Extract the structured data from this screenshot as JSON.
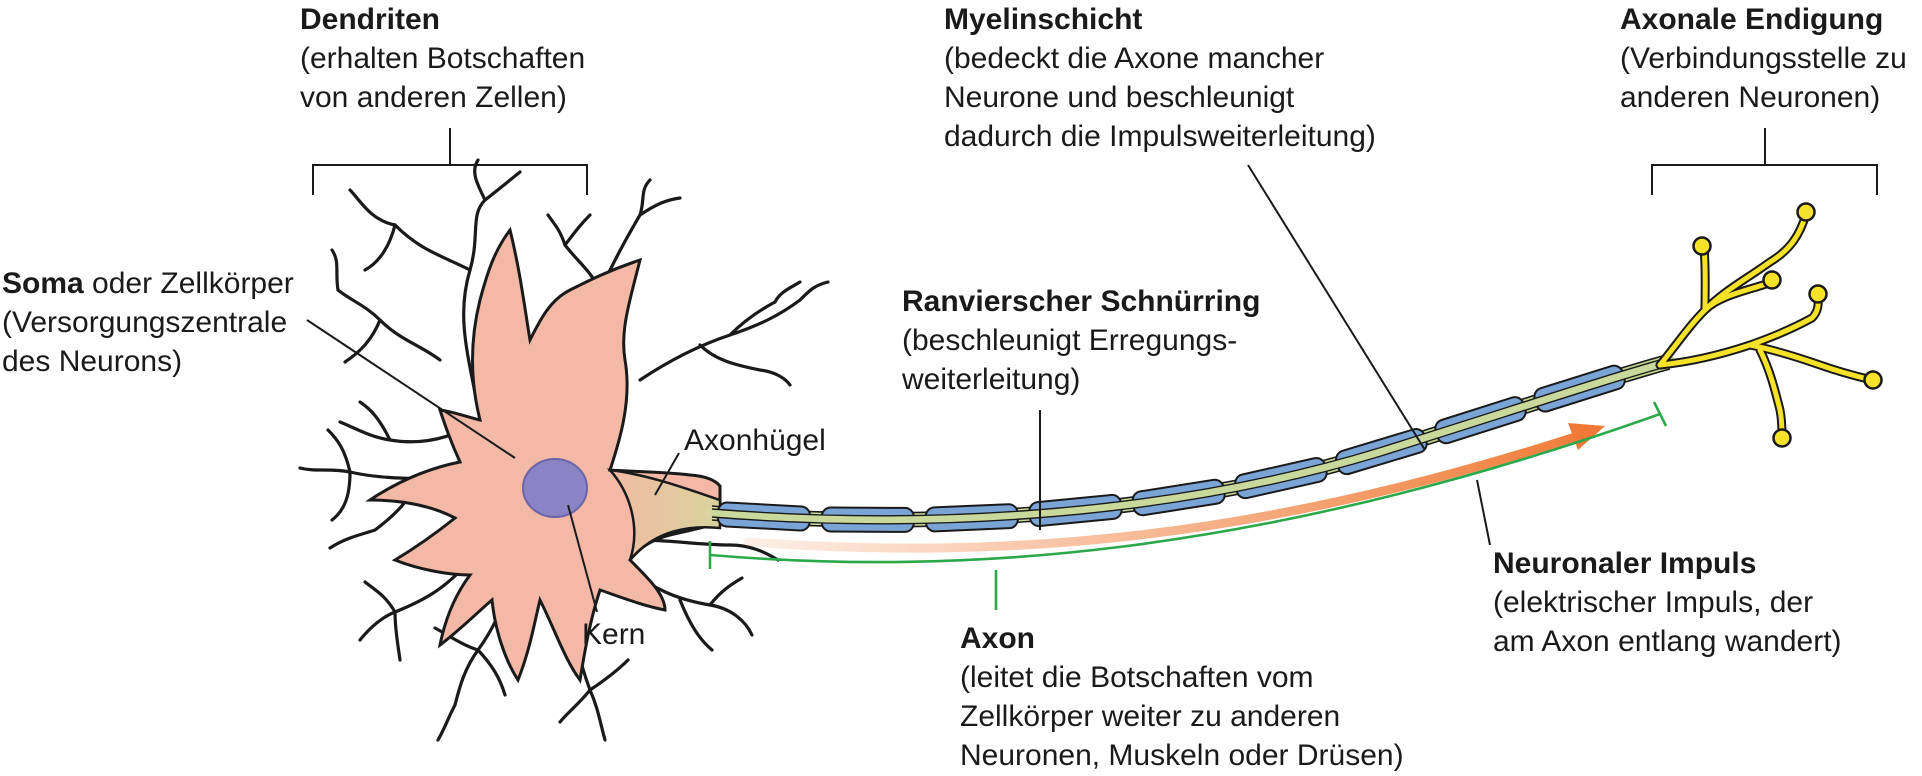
{
  "colors": {
    "soma": "#f4b9a6",
    "soma_edge": "#e6a08b",
    "nucleus": "#8a84c4",
    "axon_core": "#c8d99b",
    "myelin": "#7aa3d6",
    "myelin_edge": "#2d4f86",
    "terminal": "#f7e22a",
    "impulse": "#f07a35",
    "bracket_green": "#2aa84a",
    "line": "#1a1a1a"
  },
  "labels": {
    "dendriten": {
      "title": "Dendriten",
      "desc": [
        "(erhalten Botschaften",
        "von anderen Zellen)"
      ]
    },
    "myelin": {
      "title": "Myelinschicht",
      "desc": [
        "(bedeckt die Axone mancher",
        "Neurone und beschleunigt",
        "dadurch die Impulsweiterleitung)"
      ]
    },
    "endigung": {
      "title": "Axonale Endigung",
      "desc": [
        "(Verbindungsstelle zu",
        "anderen Neuronen)"
      ]
    },
    "soma": {
      "title": "Soma",
      "title_rest": " oder Zellkörper",
      "desc": [
        "(Versorgungszentrale",
        "des Neurons)"
      ]
    },
    "ranvier": {
      "title": "Ranvierscher Schnürring",
      "desc": [
        "(beschleunigt Erregungs-",
        "weiterleitung)"
      ]
    },
    "axonhuegel": {
      "text": "Axonhügel"
    },
    "kern": {
      "text": "Kern"
    },
    "impuls": {
      "title": "Neuronaler Impuls",
      "desc": [
        "(elektrischer Impuls, der",
        "am Axon entlang wandert)"
      ]
    },
    "axon": {
      "title": "Axon",
      "desc": [
        "(leitet die Botschaften vom",
        "Zellkörper weiter zu anderen",
        "Neuronen, Muskeln oder Drüsen)"
      ]
    }
  }
}
